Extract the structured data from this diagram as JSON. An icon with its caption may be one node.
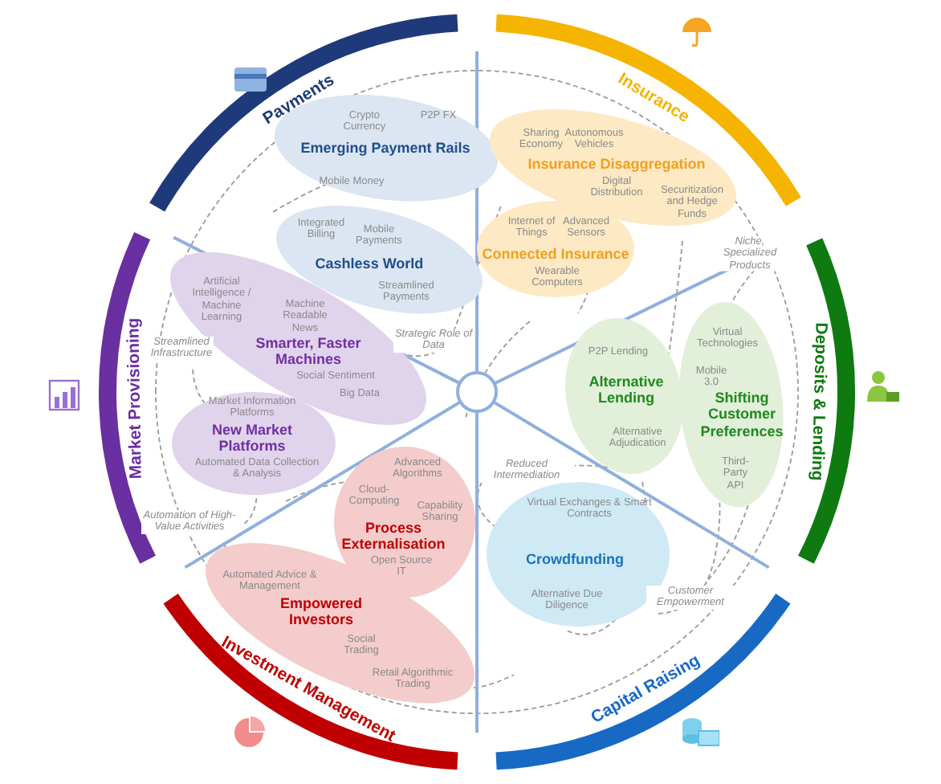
{
  "diagram": {
    "nodes": [
      {
        "text": [
          "Payments"
        ]
      },
      {
        "text": [
          "Insurance"
        ]
      },
      {
        "text": [
          "Deposits & Lending"
        ]
      },
      {
        "text": [
          "Capital Raising"
        ]
      },
      {
        "text": [
          "Investment Management"
        ]
      },
      {
        "text": [
          "Market Provisioning"
        ]
      },
      {
        "text": [
          "Crypto Currency",
          "P2P FX",
          "Emerging Payment Rails",
          "Mobile Money"
        ]
      },
      {
        "text": [
          "Sharing Economy",
          "Autonomous Vehicles",
          "Insurance Disaggregation",
          "Digital Distribution",
          "Securitization and Hedge Funds"
        ]
      },
      {
        "text": [
          "Integrated Billing",
          "Mobile Payments",
          "Cashless World",
          "Streamlined Payments"
        ]
      },
      {
        "text": [
          "Internet of Things",
          "Advanced Sensors",
          "Connected Insurance",
          "Wearable Computers"
        ]
      },
      {
        "text": [
          "Artificial Intelligence / Machine Learning",
          "Machine Readable News",
          "Smarter, Faster Machines",
          "Social Sentiment",
          "Big Data"
        ]
      },
      {
        "text": [
          "Virtual Technologies",
          "Mobile 3.0",
          "Shifting Customer Preferences",
          "Third-Party API"
        ]
      },
      {
        "text": [
          "P2P Lending",
          "Alternative Lending",
          "Alternative Adjudication"
        ]
      },
      {
        "text": [
          "Market Information Platforms",
          "New Market Platforms",
          "Automated Data Collection & Analysis"
        ]
      },
      {
        "text": [
          "Advanced Algorithms",
          "Cloud-Computing",
          "Capability Sharing",
          "Process Externalisation",
          "Open Source IT"
        ]
      },
      {
        "text": [
          "Virtual Exchanges & Smart Contracts",
          "Crowdfunding",
          "Alternative Due Diligence"
        ]
      },
      {
        "text": [
          "Automated Advice & Management",
          "Empowered Investors",
          "Social Trading",
          "Retail Algorithmic Trading"
        ]
      }
    ],
    "labels": [
      "Strategic Role of Data",
      "Streamlined Infrastructure",
      "Niche, Specialized Products",
      "Reduced Intermediation",
      "Automation of High-Value Activities",
      "Customer Empowerment"
    ]
  }
}
